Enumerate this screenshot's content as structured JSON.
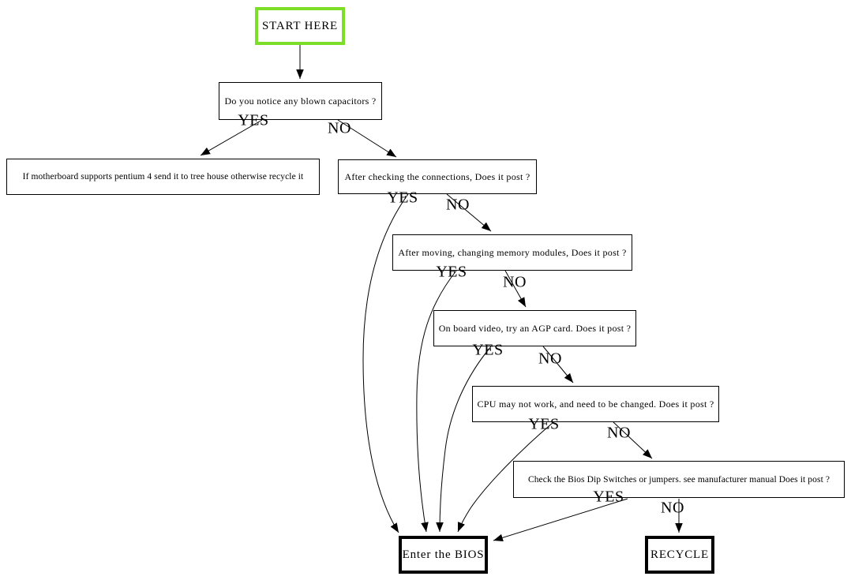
{
  "diagram": {
    "type": "flowchart",
    "topic": "Motherboard POST troubleshooting",
    "nodes": [
      {
        "id": "start",
        "type": "start",
        "label": "START HERE"
      },
      {
        "id": "capacitors",
        "type": "question",
        "label": "Do you notice any blown capacitors ?"
      },
      {
        "id": "motherboard",
        "type": "action",
        "label": "If motherboard supports pentium 4 send it to tree house otherwise recycle it"
      },
      {
        "id": "connections",
        "type": "question",
        "label": "After checking the connections, Does it post ?"
      },
      {
        "id": "memory",
        "type": "question",
        "label": "After moving, changing memory modules, Does it post ?"
      },
      {
        "id": "video",
        "type": "question",
        "label": "On board video, try an AGP card. Does it post ?"
      },
      {
        "id": "cpu",
        "type": "question",
        "label": "CPU may not work, and need to be changed. Does it post ?"
      },
      {
        "id": "dip",
        "type": "question",
        "label": "Check the Bios Dip Switches or jumpers. see manufacturer manual Does it post ?"
      },
      {
        "id": "enterbios",
        "type": "terminal",
        "label": "Enter the BIOS"
      },
      {
        "id": "recycle",
        "type": "terminal",
        "label": "RECYCLE"
      }
    ],
    "edges": [
      {
        "from": "start",
        "to": "capacitors",
        "label": ""
      },
      {
        "from": "capacitors",
        "to": "motherboard",
        "label": "YES"
      },
      {
        "from": "capacitors",
        "to": "connections",
        "label": "NO"
      },
      {
        "from": "connections",
        "to": "enterbios",
        "label": "YES"
      },
      {
        "from": "connections",
        "to": "memory",
        "label": "NO"
      },
      {
        "from": "memory",
        "to": "enterbios",
        "label": "YES"
      },
      {
        "from": "memory",
        "to": "video",
        "label": "NO"
      },
      {
        "from": "video",
        "to": "enterbios",
        "label": "YES"
      },
      {
        "from": "video",
        "to": "cpu",
        "label": "NO"
      },
      {
        "from": "cpu",
        "to": "enterbios",
        "label": "YES"
      },
      {
        "from": "cpu",
        "to": "dip",
        "label": "NO"
      },
      {
        "from": "dip",
        "to": "enterbios",
        "label": "YES"
      },
      {
        "from": "dip",
        "to": "recycle",
        "label": "NO"
      }
    ],
    "colors": {
      "start_border": "#7cde26",
      "terminal_border": "#000000",
      "box_border": "#000000",
      "line": "#000000",
      "background": "#ffffff",
      "text": "#000000"
    }
  }
}
